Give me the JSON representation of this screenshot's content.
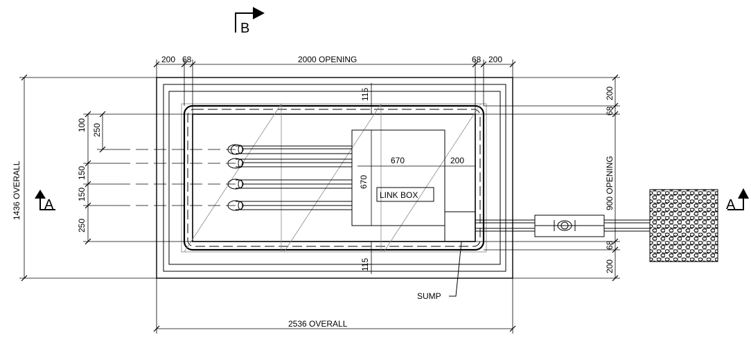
{
  "drawing": {
    "section_b_label": "B",
    "section_a_left_label": "A",
    "section_a_right_label": "A",
    "dims": {
      "top_left_200": "200",
      "top_left_68": "68",
      "opening_width": "2000 OPENING",
      "top_right_68": "68",
      "top_right_200": "200",
      "overall_height": "1436 OVERALL",
      "overall_width": "2536 OVERALL",
      "right_top_200": "200",
      "right_top_68": "68",
      "opening_height": "900 OPENING",
      "right_bottom_68": "68",
      "right_bottom_200": "200",
      "inner_top_115": "115",
      "inner_bottom_115": "115",
      "left_100": "100",
      "left_250_top": "250",
      "left_150_a": "150",
      "left_150_b": "150",
      "left_250_bottom": "250",
      "box_670_h": "670",
      "box_670_v": "670",
      "box_200": "200"
    },
    "labels": {
      "link_box": "LINK BOX",
      "sump": "SUMP"
    }
  }
}
